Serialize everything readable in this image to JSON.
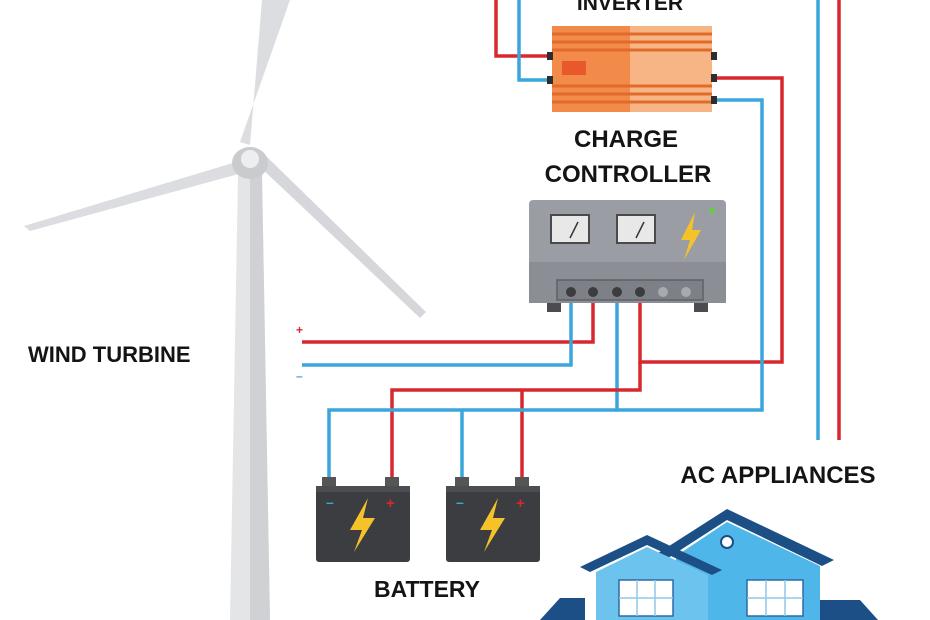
{
  "labels": {
    "inverter": "INVERTER",
    "charge_controller_line1": "CHARGE",
    "charge_controller_line2": "CONTROLLER",
    "wind_turbine": "WIND TURBINE",
    "ac_appliances": "AC APPLIANCES",
    "battery": "BATTERY"
  },
  "wire_terminals": {
    "positive": "+",
    "negative": "–"
  },
  "battery_terminals": {
    "negative": "–",
    "positive": "+"
  },
  "colors": {
    "positive_wire": "#d8282f",
    "negative_wire": "#3aa6dc",
    "inverter_body": "#f28a4a",
    "controller_body": "#9a9ea4",
    "battery_body": "#3b3d40",
    "bolt": "#f5c22a",
    "house_roof": "#1b4f86",
    "house_wall": "#4fb6ea",
    "turbine": "#e6e7e9"
  }
}
